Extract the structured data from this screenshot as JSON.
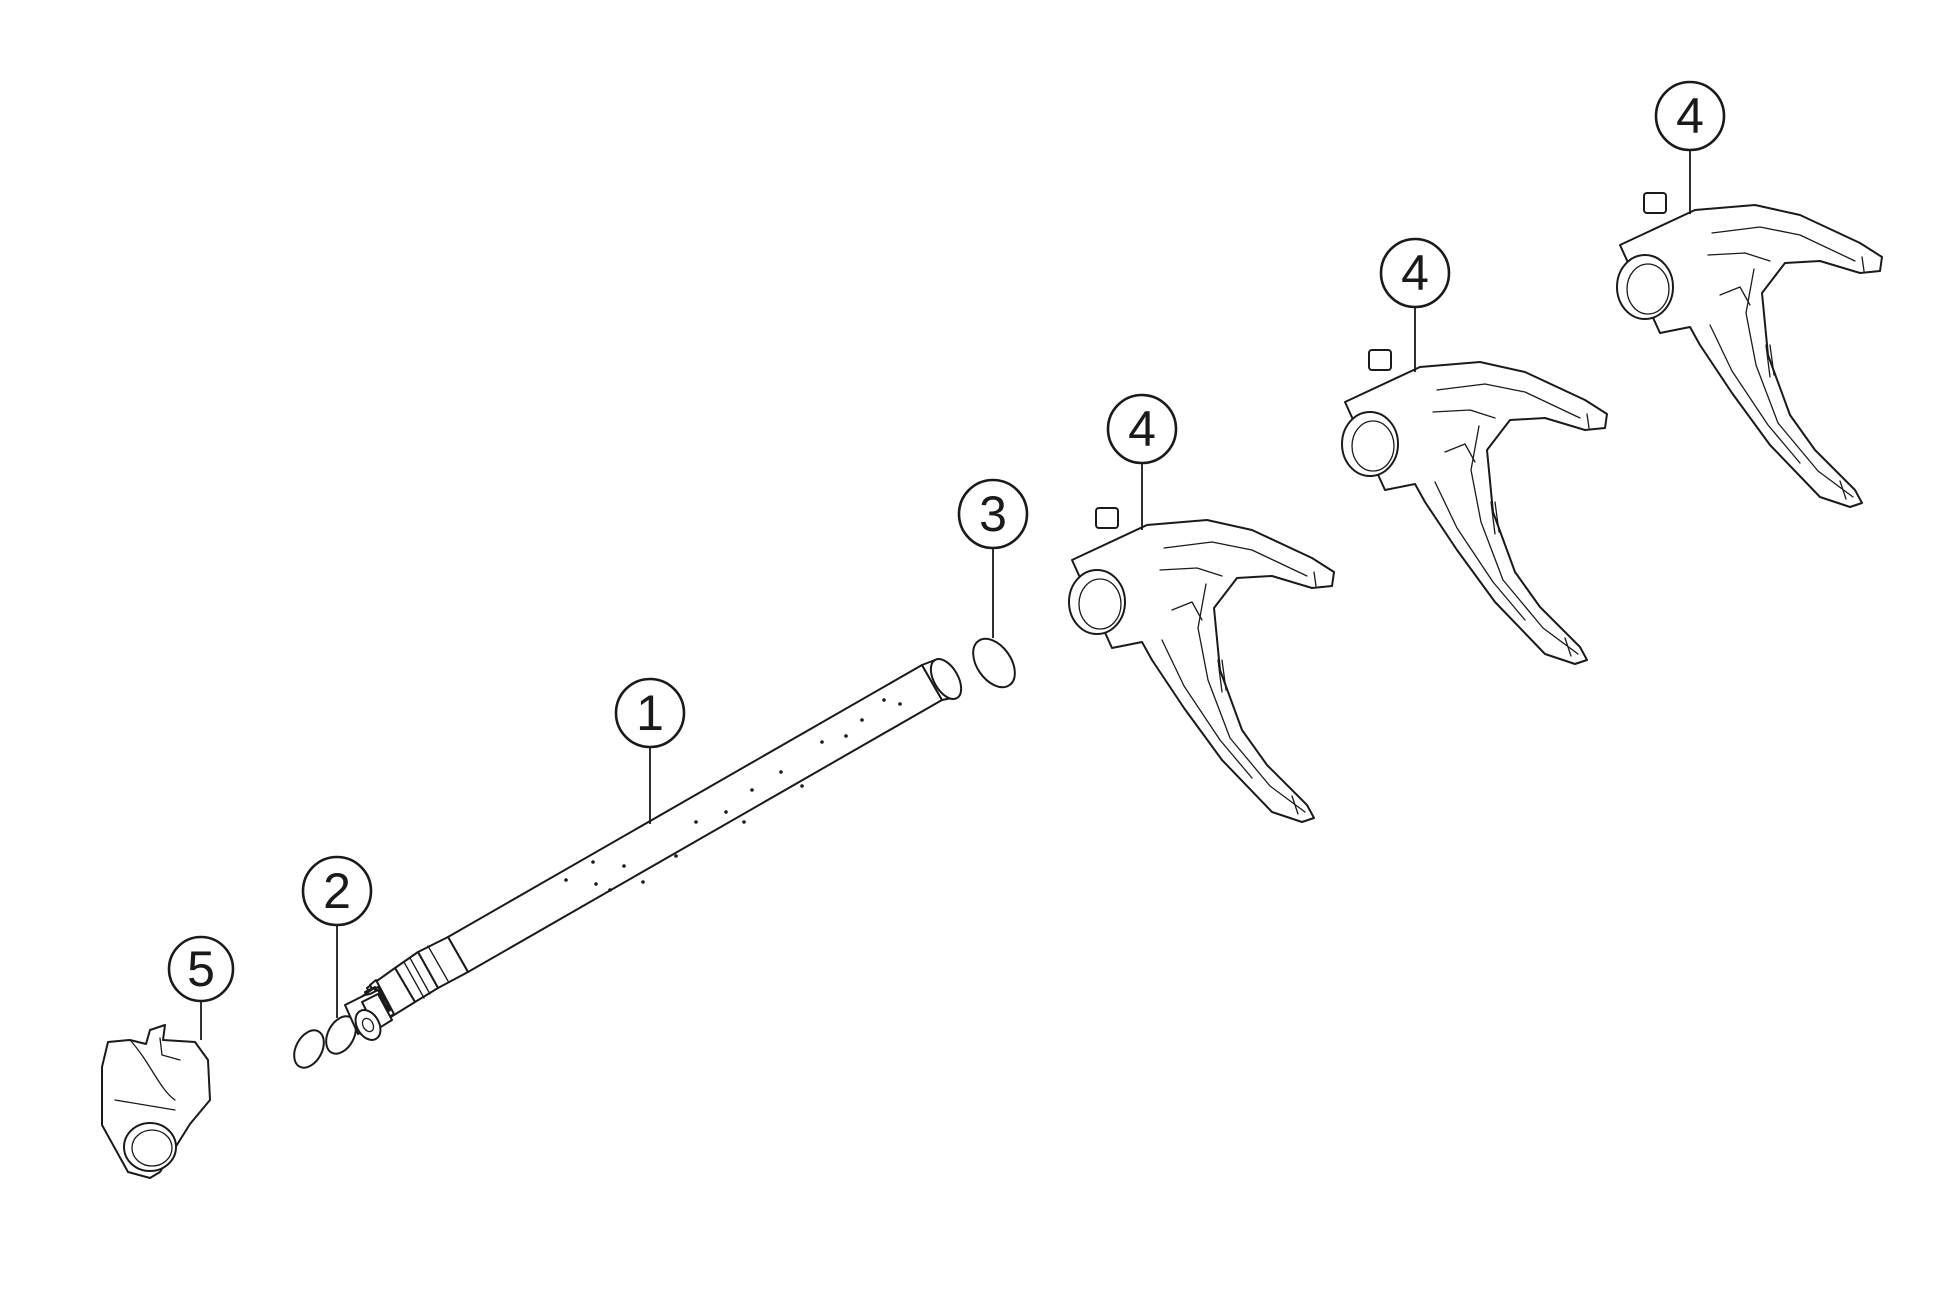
{
  "callouts": [
    {
      "id": "shift-rail",
      "label": "1"
    },
    {
      "id": "o-rings",
      "label": "2"
    },
    {
      "id": "ring",
      "label": "3"
    },
    {
      "id": "shift-fork-a",
      "label": "4"
    },
    {
      "id": "shift-fork-b",
      "label": "4"
    },
    {
      "id": "shift-fork-c",
      "label": "4"
    },
    {
      "id": "shift-lever",
      "label": "5"
    }
  ],
  "colors": {
    "line": "#1a1a1a",
    "fill": "#ffffff"
  }
}
